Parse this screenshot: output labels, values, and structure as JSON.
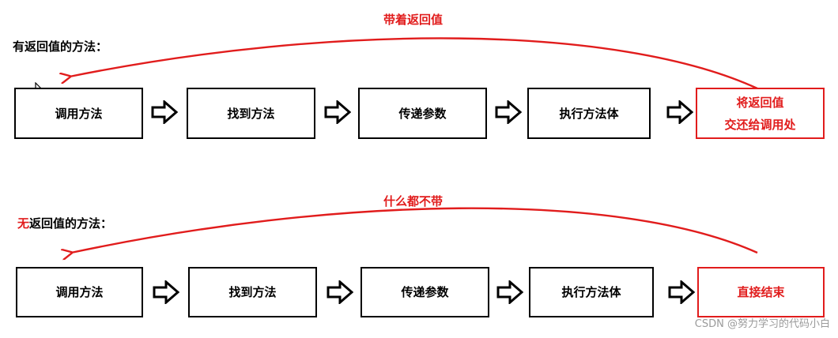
{
  "top": {
    "title": "有返回值的方法：",
    "arc_label": "带着返回值",
    "steps": [
      "调用方法",
      "找到方法",
      "传递参数",
      "执行方法体"
    ],
    "final_lines": [
      "将返回值",
      "交还给调用处"
    ]
  },
  "bottom": {
    "title_accent": "无",
    "title_rest": "返回值的方法：",
    "arc_label": "什么都不带",
    "steps": [
      "调用方法",
      "找到方法",
      "传递参数",
      "执行方法体"
    ],
    "final": "直接结束"
  },
  "watermark": "CSDN @努力学习的代码小白",
  "colors": {
    "accent": "#e11c1c",
    "border": "#000000",
    "watermark": "#9a9a9a"
  }
}
